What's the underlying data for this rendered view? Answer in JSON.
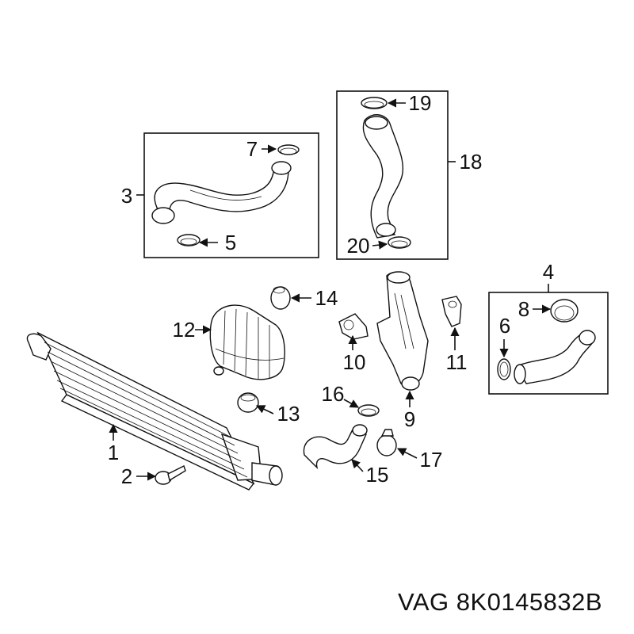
{
  "callouts": {
    "c1": "1",
    "c2": "2",
    "c3": "3",
    "c4": "4",
    "c5": "5",
    "c6": "6",
    "c7": "7",
    "c8": "8",
    "c9": "9",
    "c10": "10",
    "c11": "11",
    "c12": "12",
    "c13": "13",
    "c14": "14",
    "c15": "15",
    "c16": "16",
    "c17": "17",
    "c18": "18",
    "c19": "19",
    "c20": "20"
  },
  "part_reference": "VAG 8K0145832B"
}
